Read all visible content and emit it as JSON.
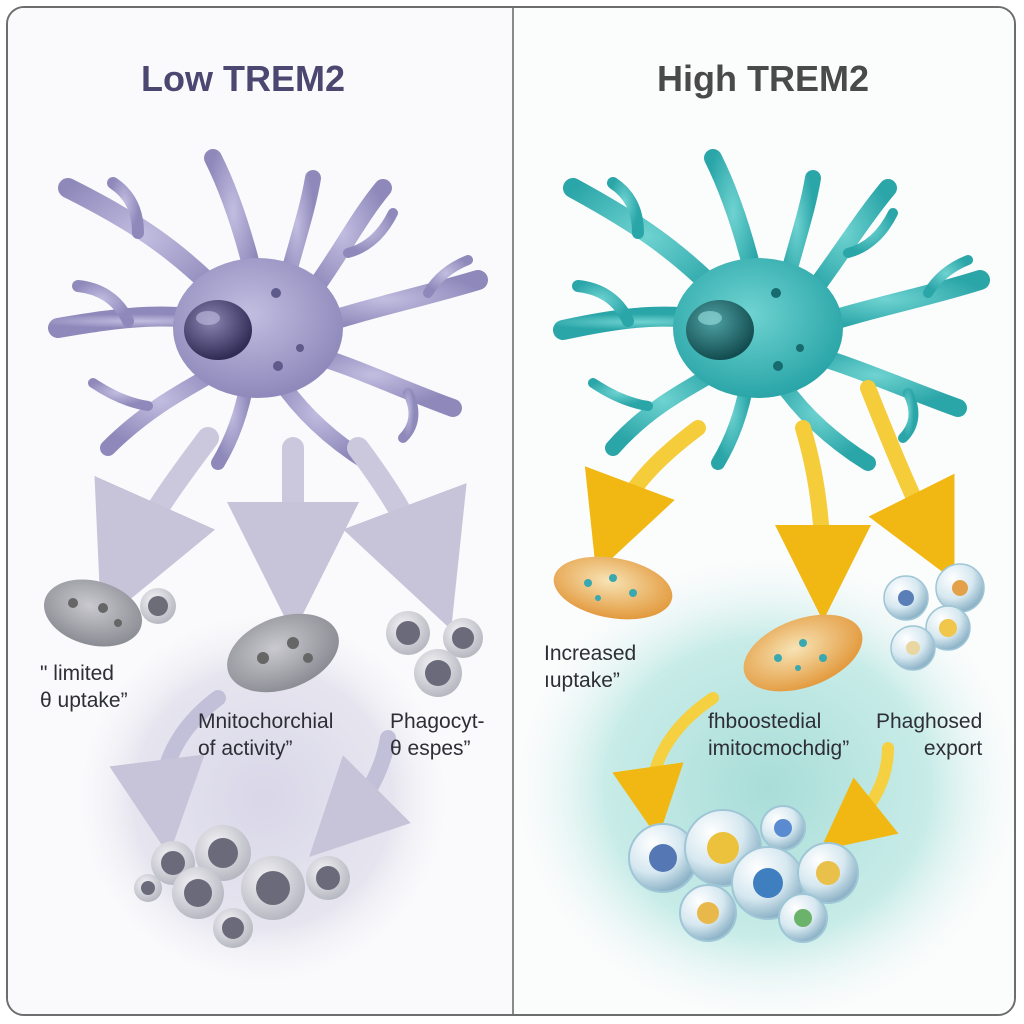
{
  "panels": {
    "left": {
      "title": "Low TREM2",
      "labels": {
        "limited_uptake": [
          "\" limited",
          "θ uptake”"
        ],
        "mito_activity": [
          "Mnitochorchial",
          "of activity”"
        ],
        "phagocyt": [
          "Phagocyt-",
          "θ espes”"
        ]
      },
      "colors": {
        "cell": "#9a94c4",
        "cell_dark": "#6f6aa0",
        "nucleus": "#3e3a66",
        "arrow": "#c9c6dc",
        "halo": "#e3e2ee"
      }
    },
    "right": {
      "title": "High TREM2",
      "labels": {
        "increased_uptake": [
          "Increased",
          "ıuptake”"
        ],
        "boosted_mito": [
          "fhboostedial",
          "imitocmochdig”"
        ],
        "phaghosed_export": [
          "Phaghosed",
          "export"
        ]
      },
      "colors": {
        "cell": "#3bb7b7",
        "cell_dark": "#1f8c8f",
        "nucleus": "#1b5f63",
        "arrow": "#f4c21c",
        "halo": "#bfe6e3"
      }
    }
  }
}
